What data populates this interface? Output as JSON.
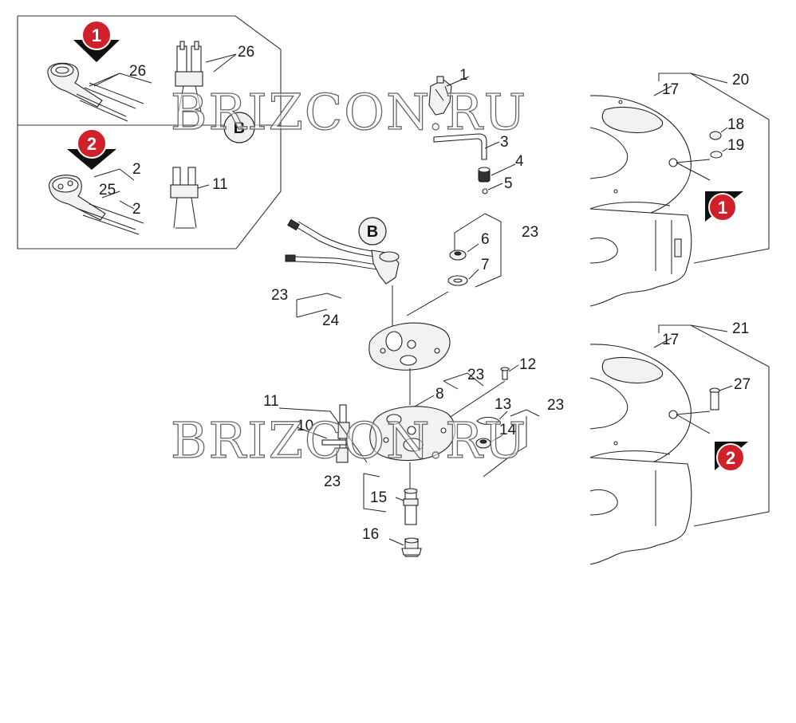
{
  "watermark": "BRIZCON.RU",
  "detail_marker": "B",
  "variant_badges": [
    "1",
    "2"
  ],
  "callouts": {
    "c1": "1",
    "c2a": "2",
    "c2b": "2",
    "c3": "3",
    "c4": "4",
    "c5": "5",
    "c6": "6",
    "c7": "7",
    "c8": "8",
    "c10": "10",
    "c11a": "11",
    "c11b": "11",
    "c12": "12",
    "c13": "13",
    "c14": "14",
    "c15": "15",
    "c16": "16",
    "c17a": "17",
    "c17b": "17",
    "c18": "18",
    "c19": "19",
    "c20": "20",
    "c21": "21",
    "c23a": "23",
    "c23b": "23",
    "c23c": "23",
    "c23d": "23",
    "c23e": "23",
    "c24": "24",
    "c25": "25",
    "c26a": "26",
    "c26b": "26",
    "c27": "27"
  },
  "colors": {
    "badge_red": "#d0202a",
    "arrow_black": "#111111"
  }
}
